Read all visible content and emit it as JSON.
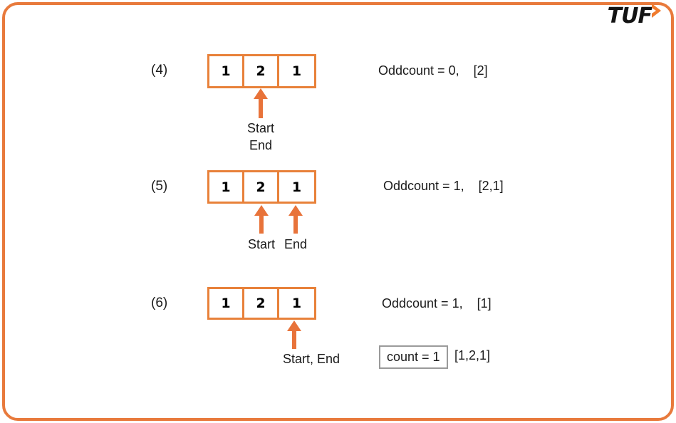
{
  "logo": {
    "text": "TUF",
    "chevron_icon": "chevron-right-icon",
    "chevron_color": "#F07B2E",
    "text_color": "#141414"
  },
  "theme": {
    "frame_border": "#E87A3C",
    "cell_border": "#E8813A",
    "arrow_color": "#E8733A",
    "box_border": "#9a9a9a",
    "text": "#1a1a1a",
    "background": "#ffffff"
  },
  "steps": [
    {
      "label": "(4)",
      "cells": [
        "1",
        "2",
        "1"
      ],
      "pointers": [
        {
          "cell_index": 1,
          "label": "Start\nEnd"
        }
      ],
      "note": "Oddcount = 0,    [2]"
    },
    {
      "label": "(5)",
      "cells": [
        "1",
        "2",
        "1"
      ],
      "pointers": [
        {
          "cell_index": 1,
          "label": "Start"
        },
        {
          "cell_index": 2,
          "label": "End"
        }
      ],
      "note": "Oddcount = 1,    [2,1]"
    },
    {
      "label": "(6)",
      "cells": [
        "1",
        "2",
        "1"
      ],
      "pointers": [
        {
          "cell_index": 2,
          "label": "Start, End"
        }
      ],
      "note": "Oddcount = 1,    [1]"
    }
  ],
  "summary": {
    "count_label": "count = 1",
    "array": "[1,2,1]"
  }
}
